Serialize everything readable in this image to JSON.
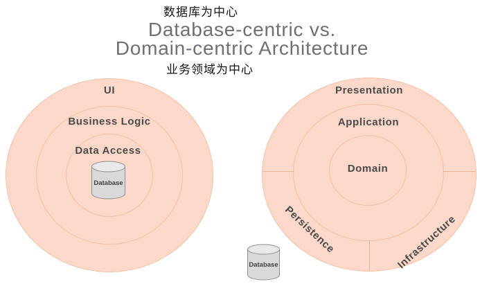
{
  "header": {
    "caption_top": "数据库为中心",
    "title_line1": "Database-centric vs.",
    "title_line2": "Domain-centric Architecture",
    "caption_bottom": "业务领域为中心"
  },
  "left_diagram": {
    "style": "database-centric",
    "rings": [
      "UI",
      "Business Logic",
      "Data Access"
    ],
    "database_label": "Database"
  },
  "right_diagram": {
    "style": "domain-centric",
    "rings": [
      "Presentation",
      "Application",
      "Domain"
    ],
    "segments": [
      "Persistence",
      "Infrastructure"
    ],
    "database_label": "Database"
  },
  "colors": {
    "circle_fill": "#fbd8c9",
    "circle_border": "#f4c3a8",
    "label_text": "#4b4b4b",
    "title_text": "#6d7076",
    "cylinder_fill": "#d9d9d9",
    "cylinder_top": "#e9e9e9",
    "cylinder_stroke": "#8f8f8f"
  }
}
